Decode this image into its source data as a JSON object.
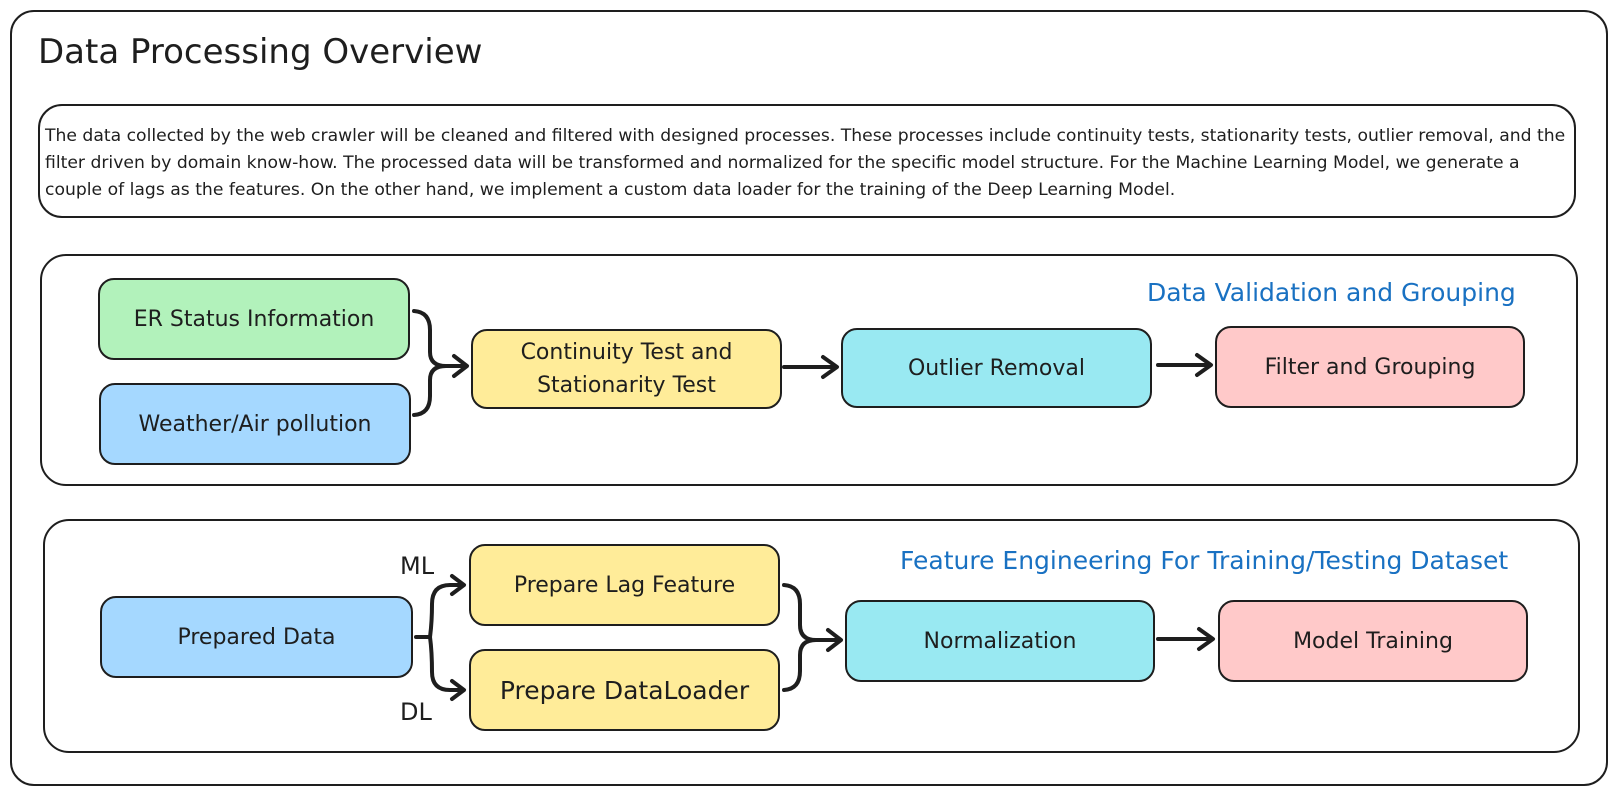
{
  "title": "Data Processing Overview",
  "description": "The data collected by the web crawler will be cleaned and filtered with designed processes. These processes include continuity tests, stationarity tests, outlier removal, and the filter driven by domain know-how. The processed data will be transformed and normalized for the specific model structure. For the Machine Learning Model, we generate a couple of lags as the features. On the other hand, we implement a custom data loader for the training of the Deep Learning Model.",
  "colors": {
    "section_title": "#1971c2",
    "green": "#b2f2bb",
    "blue": "#a5d8ff",
    "yellow": "#ffec99",
    "cyan": "#99e9f2",
    "pink": "#ffc9c9"
  },
  "validation": {
    "title": "Data Validation and Grouping",
    "er_status": "ER Status Information",
    "weather": "Weather/Air pollution",
    "continuity_line1": "Continuity Test and",
    "continuity_line2": "Stationarity Test",
    "outlier": "Outlier Removal",
    "filter": "Filter and Grouping"
  },
  "feature": {
    "title": "Feature Engineering For Training/Testing Dataset",
    "prepared": "Prepared Data",
    "ml_label": "ML",
    "dl_label": "DL",
    "lag": "Prepare Lag Feature",
    "loader": "Prepare DataLoader",
    "normalization": "Normalization",
    "training": "Model Training"
  }
}
